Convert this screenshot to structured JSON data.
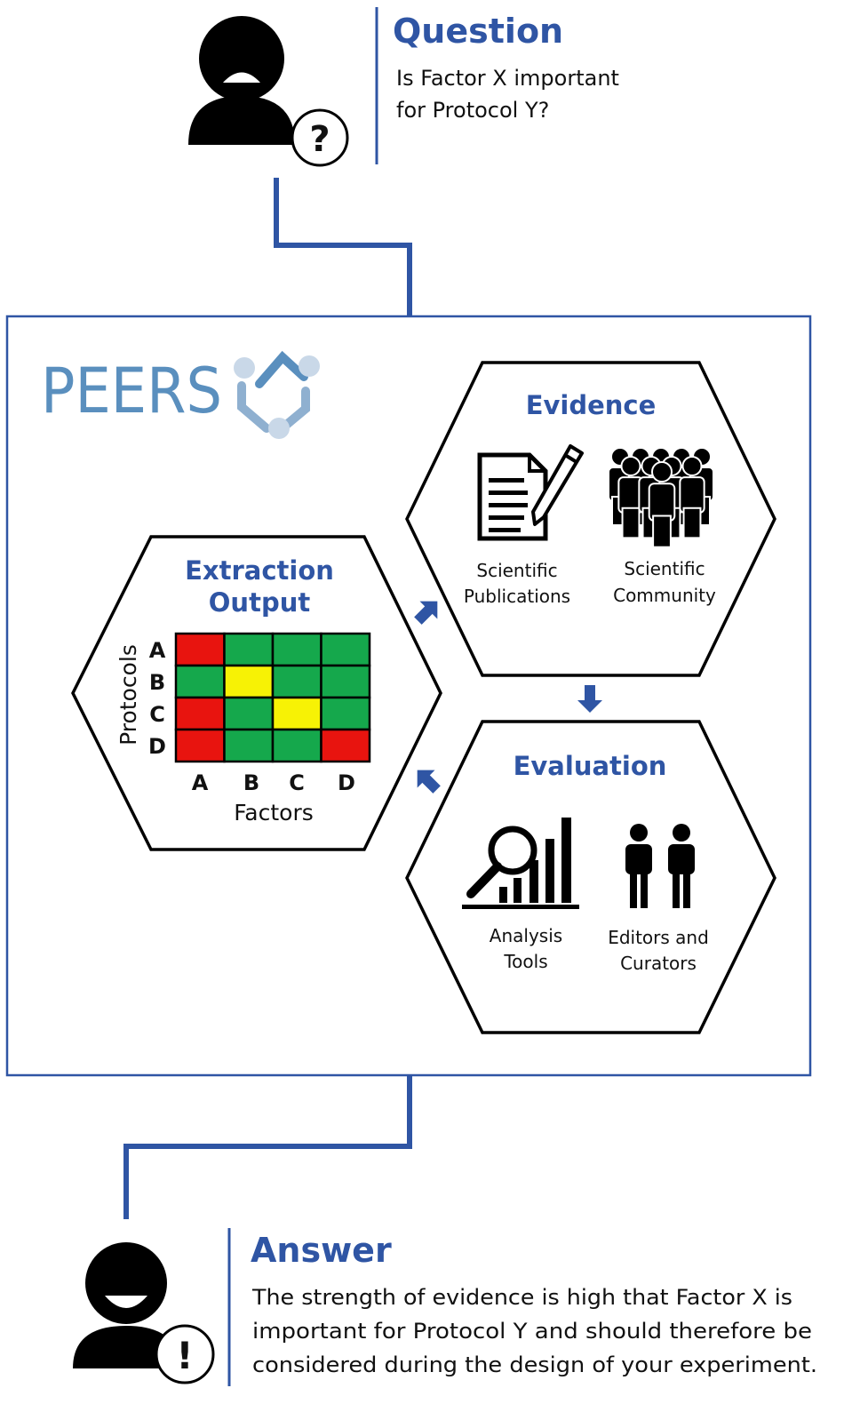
{
  "question": {
    "title": "Question",
    "lines": [
      "Is Factor X important",
      "for Protocol Y?"
    ],
    "badge": "?"
  },
  "answer": {
    "title": "Answer",
    "lines": [
      "The strength of evidence is high that Factor X is",
      "important for Protocol Y and should therefore be",
      "considered during the design of your experiment."
    ],
    "badge": "!"
  },
  "logo": {
    "text": "PEERS",
    "icon": "hexagon-network-icon"
  },
  "extraction": {
    "title_lines": [
      "Extraction",
      "Output"
    ],
    "row_axis_label": "Protocols",
    "col_axis_label": "Factors",
    "rows": [
      "A",
      "B",
      "C",
      "D"
    ],
    "cols": [
      "A",
      "B",
      "C",
      "D"
    ],
    "cells": [
      [
        "red",
        "green",
        "green",
        "green"
      ],
      [
        "green",
        "yellow",
        "green",
        "green"
      ],
      [
        "red",
        "green",
        "yellow",
        "green"
      ],
      [
        "red",
        "green",
        "green",
        "red"
      ]
    ]
  },
  "evidence": {
    "title": "Evidence",
    "items": [
      {
        "lines": [
          "Scientific",
          "Publications"
        ],
        "icon": "document-pen-icon"
      },
      {
        "lines": [
          "Scientific",
          "Community"
        ],
        "icon": "crowd-icon"
      }
    ]
  },
  "evaluation": {
    "title": "Evaluation",
    "items": [
      {
        "lines": [
          "Analysis",
          "Tools"
        ],
        "icon": "magnifier-chart-icon"
      },
      {
        "lines": [
          "Editors and",
          "Curators"
        ],
        "icon": "two-people-icon"
      }
    ]
  },
  "colors": {
    "accent": "#2f55a4",
    "red": "#e8140f",
    "green": "#15a84c",
    "yellow": "#f7f205",
    "logo_text": "#5a8fbe",
    "logo_nodes": "#c9d8e8"
  }
}
